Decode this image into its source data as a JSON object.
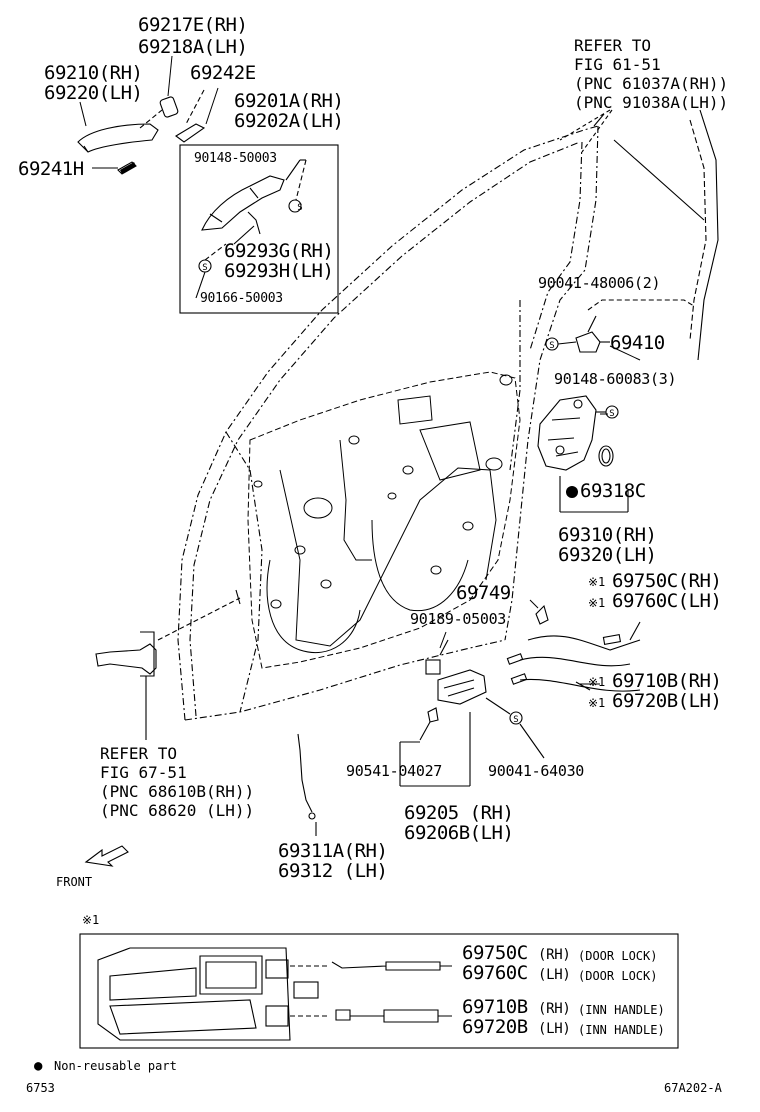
{
  "labels": {
    "p69217E": "69217E(RH)",
    "p69218A": "69218A(LH)",
    "p69210": "69210(RH)",
    "p69220": "69220(LH)",
    "p69242E": "69242E",
    "p69201A": "69201A(RH)",
    "p69202A": "69202A(LH)",
    "p69241H": "69241H",
    "p90148_50003": "90148-50003",
    "p69293G": "69293G(RH)",
    "p69293H": "69293H(LH)",
    "p90166": "90166-50003",
    "ref_top": [
      "REFER TO",
      "FIG 61-51",
      "(PNC 61037A(RH))",
      "(PNC 91038A(LH))"
    ],
    "p90041_48006": "90041-48006(2)",
    "p69410": "69410",
    "p90148_60083": "90148-60083(3)",
    "p69318C": "69318C",
    "p69310": "69310(RH)",
    "p69320": "69320(LH)",
    "p69749": "69749",
    "p69750C": "69750C(RH)",
    "p69760C": "69760C(LH)",
    "p90189": "90189-05003",
    "p69710B": "69710B(RH)",
    "p69720B": "69720B(LH)",
    "ref_left": [
      "REFER TO",
      "FIG 67-51",
      "(PNC 68610B(RH))",
      "(PNC 68620 (LH))"
    ],
    "p90541": "90541-04027",
    "p90041_64030": "90041-64030",
    "p69205": "69205 (RH)",
    "p69206B": "69206B(LH)",
    "p69311A": "69311A(RH)",
    "p69312": "69312 (LH)",
    "front": "FRONT",
    "note_mark": "※1",
    "kanji_mark": "※1",
    "inset": {
      "r1_pn": "69750C",
      "r1_side": "(RH)",
      "r1_desc": "(DOOR LOCK)",
      "r2_pn": "69760C",
      "r2_side": "(LH)",
      "r2_desc": "(DOOR LOCK)",
      "r3_pn": "69710B",
      "r3_side": "(RH)",
      "r3_desc": "(INN HANDLE)",
      "r4_pn": "69720B",
      "r4_side": "(LH)",
      "r4_desc": "(INN HANDLE)"
    },
    "legend": "Non-reusable part",
    "legend_dot": "●",
    "fig_number": "6753",
    "drawing_code": "67A202-A"
  }
}
